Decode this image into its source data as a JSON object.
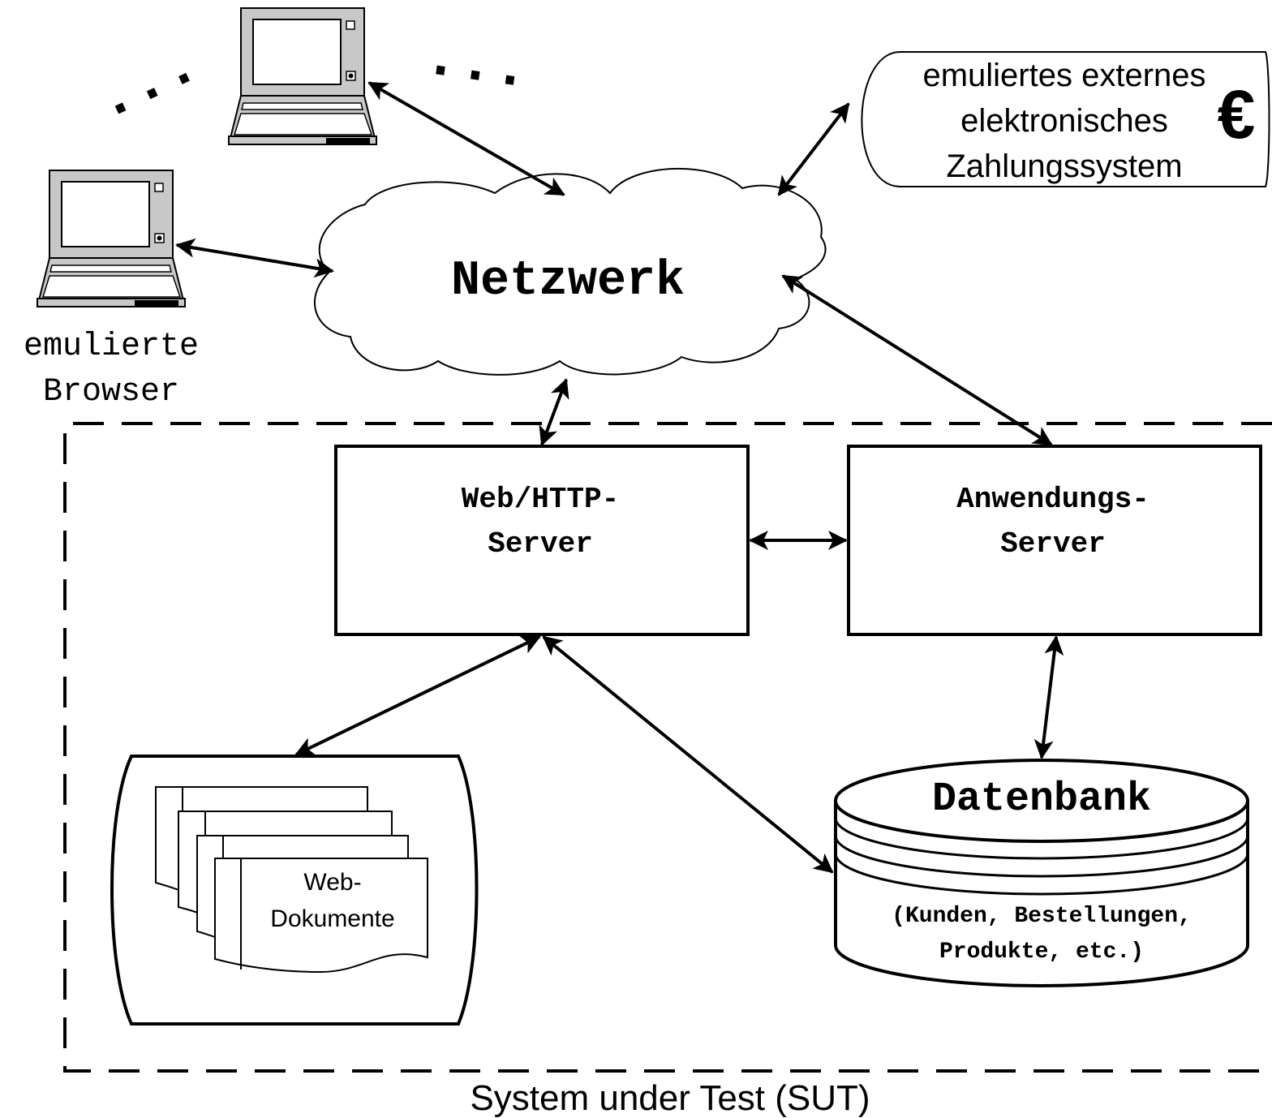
{
  "network": {
    "label": "Netzwerk"
  },
  "browsers": {
    "label_line1": "emulierte",
    "label_line2": "Browser",
    "ellipsis": "..."
  },
  "payment": {
    "line1": "emuliertes externes",
    "line2": "elektronisches",
    "line3": "Zahlungssystem",
    "currency_symbol": "€"
  },
  "web_server": {
    "line1": "Web/HTTP-",
    "line2": "Server"
  },
  "app_server": {
    "line1": "Anwendungs-",
    "line2": "Server"
  },
  "database": {
    "title": "Datenbank",
    "line1": "(Kunden, Bestellungen,",
    "line2": "Produkte, etc.)"
  },
  "web_docs": {
    "line1": "Web-",
    "line2": "Dokumente"
  },
  "sut": {
    "label": "System under Test (SUT)"
  }
}
